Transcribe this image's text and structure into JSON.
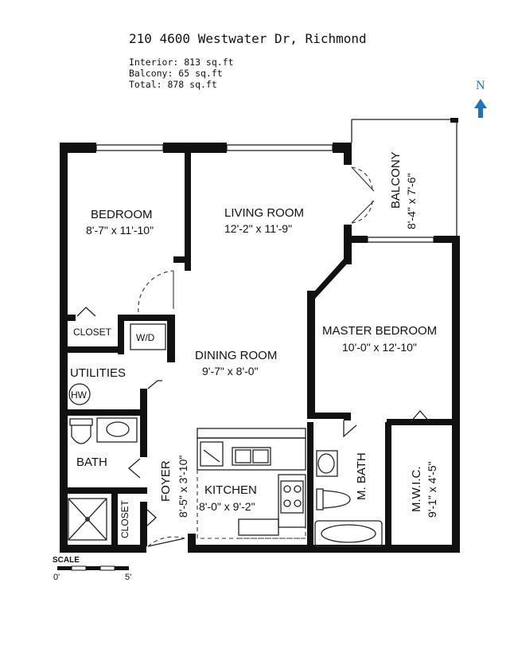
{
  "header": {
    "address": "210 4600 Westwater Dr, Richmond",
    "interior": "Interior: 813 sq.ft",
    "balcony": "Balcony: 65 sq.ft",
    "total": "Total: 878 sq.ft"
  },
  "compass": {
    "label": "N",
    "color": "#1e73be"
  },
  "rooms": {
    "bedroom": {
      "name": "BEDROOM",
      "dims": "8'-7\" x 11'-10\""
    },
    "living": {
      "name": "LIVING ROOM",
      "dims": "12'-2\" x 11'-9\""
    },
    "balcony": {
      "name": "BALCONY",
      "dims": "8'-4\" x 7'-6\""
    },
    "master": {
      "name": "MASTER BEDROOM",
      "dims": "10'-0\" x 12'-10\""
    },
    "dining": {
      "name": "DINING ROOM",
      "dims": "9'-7\" x 8'-0\""
    },
    "kitchen": {
      "name": "KITCHEN",
      "dims": "8'-0\" x 9'-2\""
    },
    "foyer": {
      "name": "FOYER",
      "dims": "8'-5\" x 3'-10\""
    },
    "mbath": {
      "name": "M. BATH"
    },
    "mwic": {
      "name": "M.W.I.C.",
      "dims": "9'-1\" x 4'-5\""
    },
    "bath": {
      "name": "BATH"
    },
    "utilities": {
      "name": "UTILITIES"
    },
    "closet1": {
      "name": "CLOSET"
    },
    "closet2": {
      "name": "CLOSET"
    },
    "wd": {
      "name": "W/D"
    },
    "hw": {
      "name": "HW"
    }
  },
  "scale": {
    "label": "SCALE",
    "start": "0'",
    "end": "5'"
  }
}
